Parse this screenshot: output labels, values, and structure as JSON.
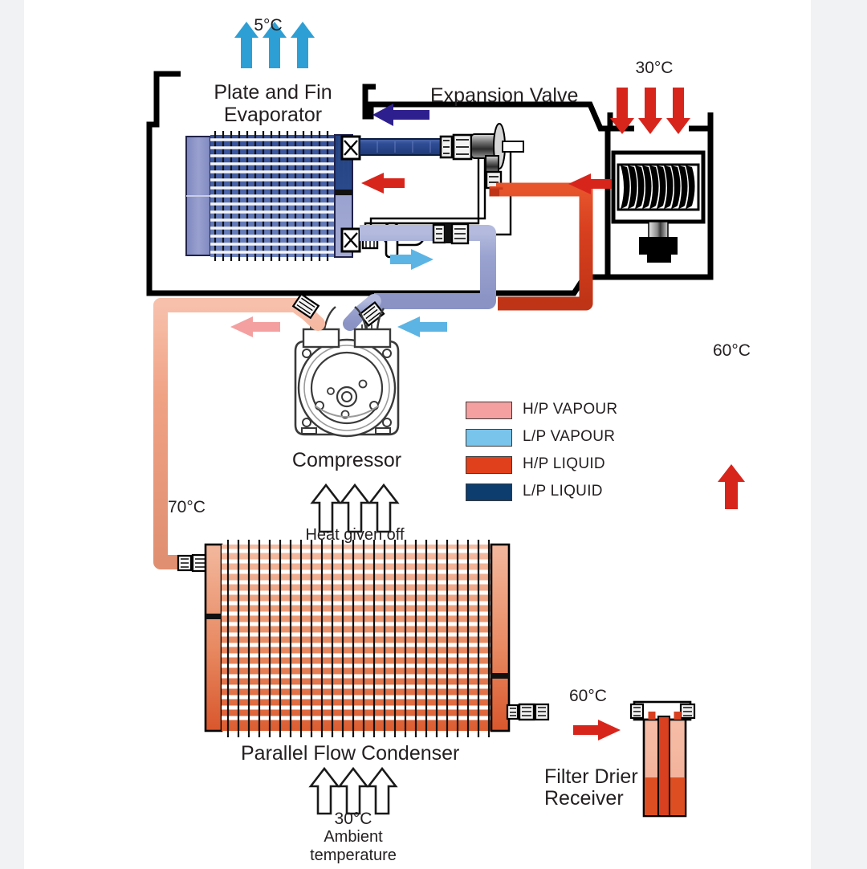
{
  "diagram": {
    "title": "Automotive Air Conditioning Refrigeration Circuit",
    "background": "#f1f2f4",
    "canvas": "#ffffff"
  },
  "labels": {
    "evaporator_line1": "Plate and Fin",
    "evaporator_line2": "Evaporator",
    "evaporator_temp": "5°C",
    "expansion_valve": "Expansion Valve",
    "heater_temp": "30°C",
    "compressor": "Compressor",
    "heat_given_off": "Heat given off",
    "condenser": "Parallel Flow Condenser",
    "ambient_temp": "30°C",
    "ambient_line1": "Ambient",
    "ambient_line2": "temperature",
    "temp_70": "70°C",
    "temp_60_right": "60°C",
    "temp_60_bottom": "60°C",
    "filter_line1": "Filter Drier",
    "filter_line2": "Receiver"
  },
  "legend": {
    "items": [
      {
        "label": "H/P VAPOUR",
        "color": "#f4a0a0"
      },
      {
        "label": "L/P VAPOUR",
        "color": "#78c4ea"
      },
      {
        "label": "H/P LIQUID",
        "color": "#e0401c"
      },
      {
        "label": "L/P LIQUID",
        "color": "#0d3d6e"
      }
    ]
  },
  "colors": {
    "hp_vapour": "#f4a0a0",
    "hp_vapour_pipe": "#f0a285",
    "lp_vapour": "#78c4ea",
    "lp_vapour_pipe": "#9aa3cf",
    "hp_liquid": "#d8401f",
    "lp_liquid": "#0d3d6e",
    "evaporator_blue": "#2e4d8f",
    "evaporator_tank": "#8e96c8",
    "condenser_top": "#f2b79c",
    "condenser_bottom": "#dd5f33",
    "outline": "#000000",
    "arrow_cool": "#2e9fd4",
    "arrow_hot": "#d8251c",
    "arrow_violet": "#2e1f8f",
    "text": "#231f20"
  },
  "arrows": {
    "evaporator_air": {
      "count": 3,
      "direction": "up",
      "color": "#2e9fd4",
      "meaning": "cool air out at 5°C"
    },
    "heater_air": {
      "count": 3,
      "direction": "down",
      "color": "#d8251c",
      "meaning": "warm air in at 30°C"
    },
    "condenser_heat": {
      "count": 3,
      "direction": "up",
      "color": "#ffffff",
      "meaning": "heat given off"
    },
    "ambient_air": {
      "count": 3,
      "direction": "up",
      "color": "#ffffff",
      "meaning": "30°C ambient air in"
    },
    "flow_markers": [
      {
        "name": "expansion-inlet-arrow",
        "direction": "left",
        "color": "#2e1f8f"
      },
      {
        "name": "heater-to-valve-arrow",
        "direction": "left",
        "color": "#d8251c"
      },
      {
        "name": "evaporator-inlet-arrow",
        "direction": "left",
        "color": "#d8251c"
      },
      {
        "name": "evaporator-outlet-arrow",
        "direction": "right",
        "color": "#78c4ea"
      },
      {
        "name": "suction-return-arrow",
        "direction": "left",
        "color": "#78c4ea"
      },
      {
        "name": "discharge-arrow",
        "direction": "left",
        "color": "#f4a0a0"
      },
      {
        "name": "receiver-flow-arrow",
        "direction": "right",
        "color": "#d8251c"
      },
      {
        "name": "riser-flow-arrow",
        "direction": "up",
        "color": "#d8251c"
      }
    ]
  },
  "components": [
    {
      "name": "plate-and-fin-evaporator",
      "type": "heat-exchanger"
    },
    {
      "name": "expansion-valve",
      "type": "valve"
    },
    {
      "name": "heater-core-blower",
      "type": "blower-unit"
    },
    {
      "name": "compressor",
      "type": "compressor"
    },
    {
      "name": "parallel-flow-condenser",
      "type": "heat-exchanger"
    },
    {
      "name": "filter-drier-receiver",
      "type": "receiver"
    }
  ]
}
